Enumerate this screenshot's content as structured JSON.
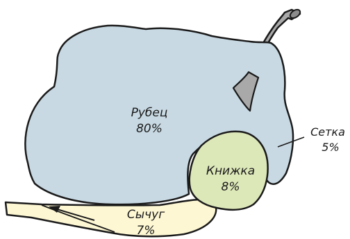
{
  "parts": [
    {
      "name": "Рубец",
      "value": "80%",
      "fill": "#c8d9e3"
    },
    {
      "name": "Сетка",
      "value": "5%",
      "fill": "#c8d9e3"
    },
    {
      "name": "Книжка",
      "value": "8%",
      "fill": "#dde8b9"
    },
    {
      "name": "Сычуг",
      "value": "7%",
      "fill": "#fdf7d3"
    }
  ],
  "colors": {
    "outline": "#1a1a1a",
    "esophagus": "#a9a9a9",
    "esophagus_dark": "#8c8c8c"
  }
}
